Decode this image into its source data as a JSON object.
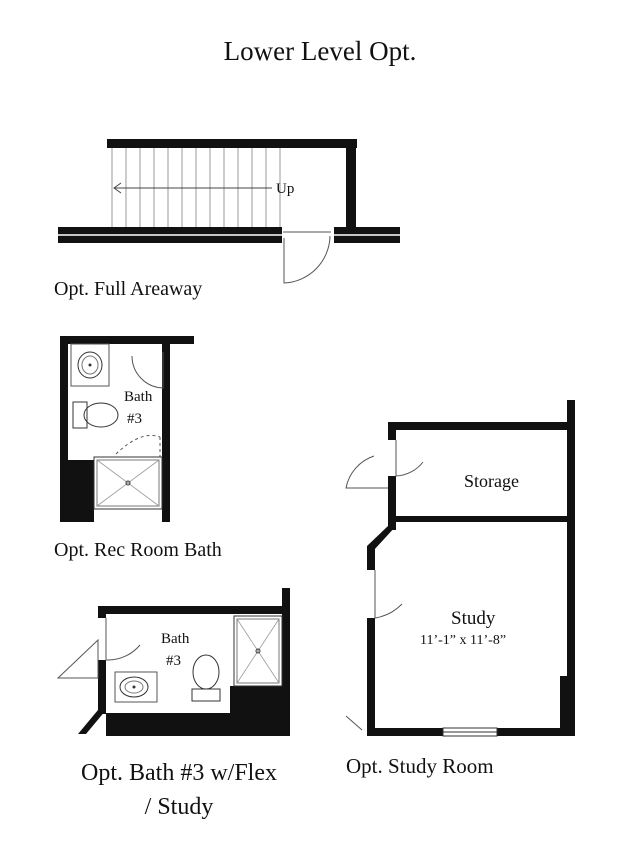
{
  "title": "Lower Level Opt.",
  "captions": {
    "areaway": "Opt. Full Areaway",
    "rec_bath": "Opt. Rec Room Bath",
    "bath_flex_line1": "Opt. Bath #3 w/Flex",
    "bath_flex_line2": "/ Study",
    "study_room": "Opt. Study Room"
  },
  "rooms": {
    "stair_direction": "Up",
    "rec_bath_line1": "Bath",
    "rec_bath_line2": "#3",
    "flex_bath_line1": "Bath",
    "flex_bath_line2": "#3",
    "storage": "Storage",
    "study": "Study",
    "study_dims": "11’-1” x 11’-8”"
  }
}
